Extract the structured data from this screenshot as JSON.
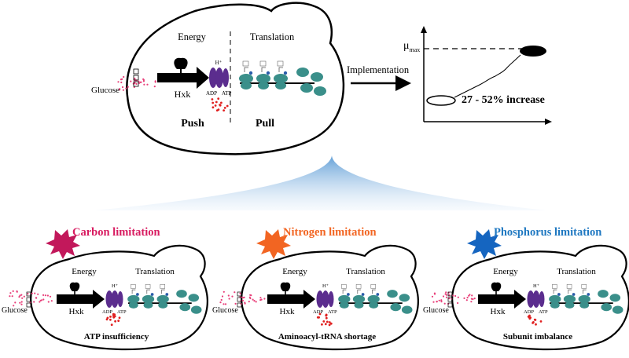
{
  "top_cell": {
    "energy_label": "Energy",
    "translation_label": "Translation",
    "glucose_label": "Glucose",
    "hxk_label": "Hxk",
    "proton_label": "H⁺",
    "adp_label": "ADP",
    "atp_label": "ATP",
    "push_label": "Push",
    "pull_label": "Pull"
  },
  "implementation_label": "Implementation",
  "growth_plot": {
    "mu_symbol": "μ",
    "mu_subscript": "max",
    "increase_label": "27 - 52% increase"
  },
  "limitations": [
    {
      "title": "Carbon limitation",
      "title_color": "#d81b60",
      "burst_color": "#c2185b",
      "consequence": "ATP insufficiency",
      "energy_label": "Energy",
      "translation_label": "Translation",
      "glucose_label": "Glucose",
      "hxk_label": "Hxk",
      "proton_label": "H⁺",
      "adp_label": "ADP",
      "atp_label": "ATP"
    },
    {
      "title": "Nitrogen limitation",
      "title_color": "#f26522",
      "burst_color": "#f26522",
      "consequence": "Aminoacyl-tRNA shortage",
      "energy_label": "Energy",
      "translation_label": "Translation",
      "glucose_label": "Glucose",
      "hxk_label": "Hxk",
      "proton_label": "H⁺",
      "adp_label": "ADP",
      "atp_label": "ATP"
    },
    {
      "title": "Phosphorus limitation",
      "title_color": "#1f78c1",
      "burst_color": "#1565c0",
      "consequence": "Subunit imbalance",
      "energy_label": "Energy",
      "translation_label": "Translation",
      "glucose_label": "Glucose",
      "hxk_label": "Hxk",
      "proton_label": "H⁺",
      "adp_label": "ADP",
      "atp_label": "ATP"
    }
  ],
  "colors": {
    "glucose_dots": "#e8407a",
    "atp_dots": "#e02020",
    "atp_synthase": "#5b2d8e",
    "ribosome": "#3a8f8a",
    "trna_blue": "#2a5caa",
    "fan_gradient_top": "#5b9bd5",
    "fan_gradient_bottom": "#eaf2fb"
  }
}
